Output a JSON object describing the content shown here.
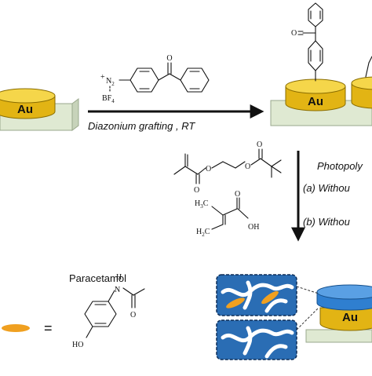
{
  "gold_label": "Au",
  "reaction_1": {
    "label": "Diazonium grafting , RT",
    "reagent_charge": "+",
    "reagent_N2": "N",
    "reagent_N2_sub": "2",
    "reagent_counterion": "BF",
    "reagent_counterion_sub": "4",
    "carbonyl_O": "O"
  },
  "reaction_2": {
    "label": "Photopoly",
    "option_a": "(a)  Withou",
    "option_b": "(b)  Withou",
    "crosslinker_O": "O",
    "methacrylic_H3C": "H",
    "methacrylic_H3C_sub": "3",
    "methacrylic_H3C_tail": "C",
    "methacrylic_H2C": "H",
    "methacrylic_H2C_sub": "2",
    "methacrylic_H2C_tail": "C",
    "methacrylic_O": "O",
    "methacrylic_OH": "OH"
  },
  "legend": {
    "template_name": "Paracetamol",
    "equals": "=",
    "amide_H": "H",
    "amide_N": "N",
    "phenol_HO": "HO",
    "carbonyl_O": "O"
  },
  "colors": {
    "gold_top": "#f5d64a",
    "gold_side": "#e2b414",
    "substrate": "#dfe9d2",
    "template": "#f0a020",
    "polymer_blue": "#2f7fd0",
    "cavity_panel": "#2a6db4"
  }
}
